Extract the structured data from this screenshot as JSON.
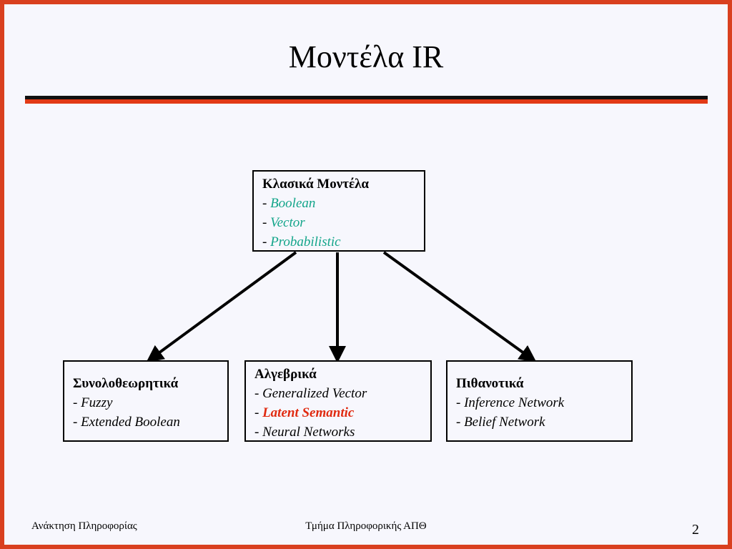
{
  "slide": {
    "title": "Μοντέλα IR",
    "footer_left": "Ανάκτηση Πληροφορίας",
    "footer_center": "Τμήμα Πληροφορικής ΑΠΘ",
    "page_number": "2"
  },
  "classic": {
    "heading": "Κλασικά Μοντέλα",
    "items": [
      "Boolean",
      "Vector",
      "Probabilistic"
    ]
  },
  "set_theoretic": {
    "heading": "Συνολοθεωρητικά",
    "items": [
      "Fuzzy",
      "Extended Boolean"
    ]
  },
  "algebraic": {
    "heading": "Αλγεβρικά",
    "items": [
      "Generalized Vector",
      "Latent Semantic",
      "Neural Networks"
    ]
  },
  "probabilistic": {
    "heading": "Πιθανοτικά",
    "items": [
      "Inference Network",
      "Belief Network"
    ]
  },
  "colors": {
    "border": "#d9401f",
    "rule_red": "#e23a16",
    "classic_items": "#13a58a",
    "highlight": "#e02a10"
  }
}
